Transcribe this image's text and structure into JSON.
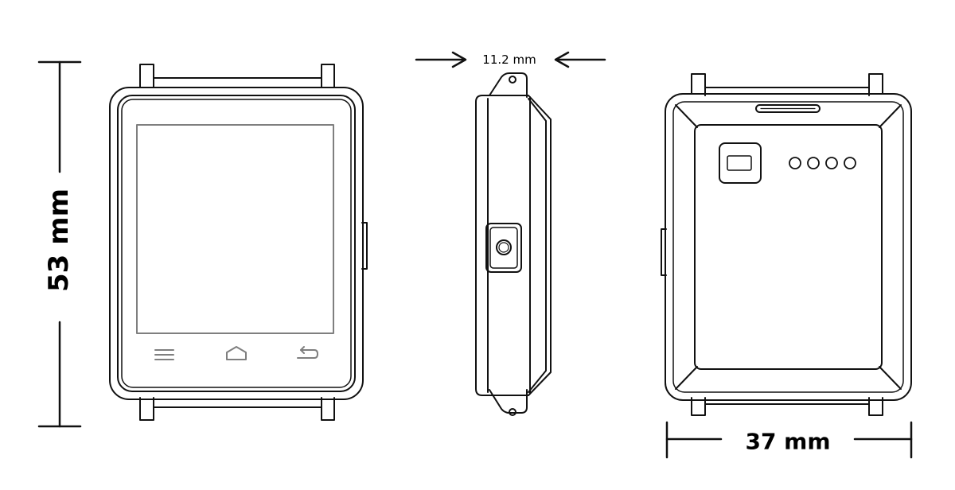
{
  "dimensions": {
    "height": "53 mm",
    "thickness": "11.2 mm",
    "width": "37 mm"
  },
  "views": [
    "front",
    "side",
    "back"
  ],
  "front_buttons": [
    "menu-icon",
    "home-icon",
    "back-icon"
  ],
  "back_pins": 4,
  "colors": {
    "line": "#111111",
    "screen": "#7f7f7f",
    "background": "#ffffff"
  }
}
